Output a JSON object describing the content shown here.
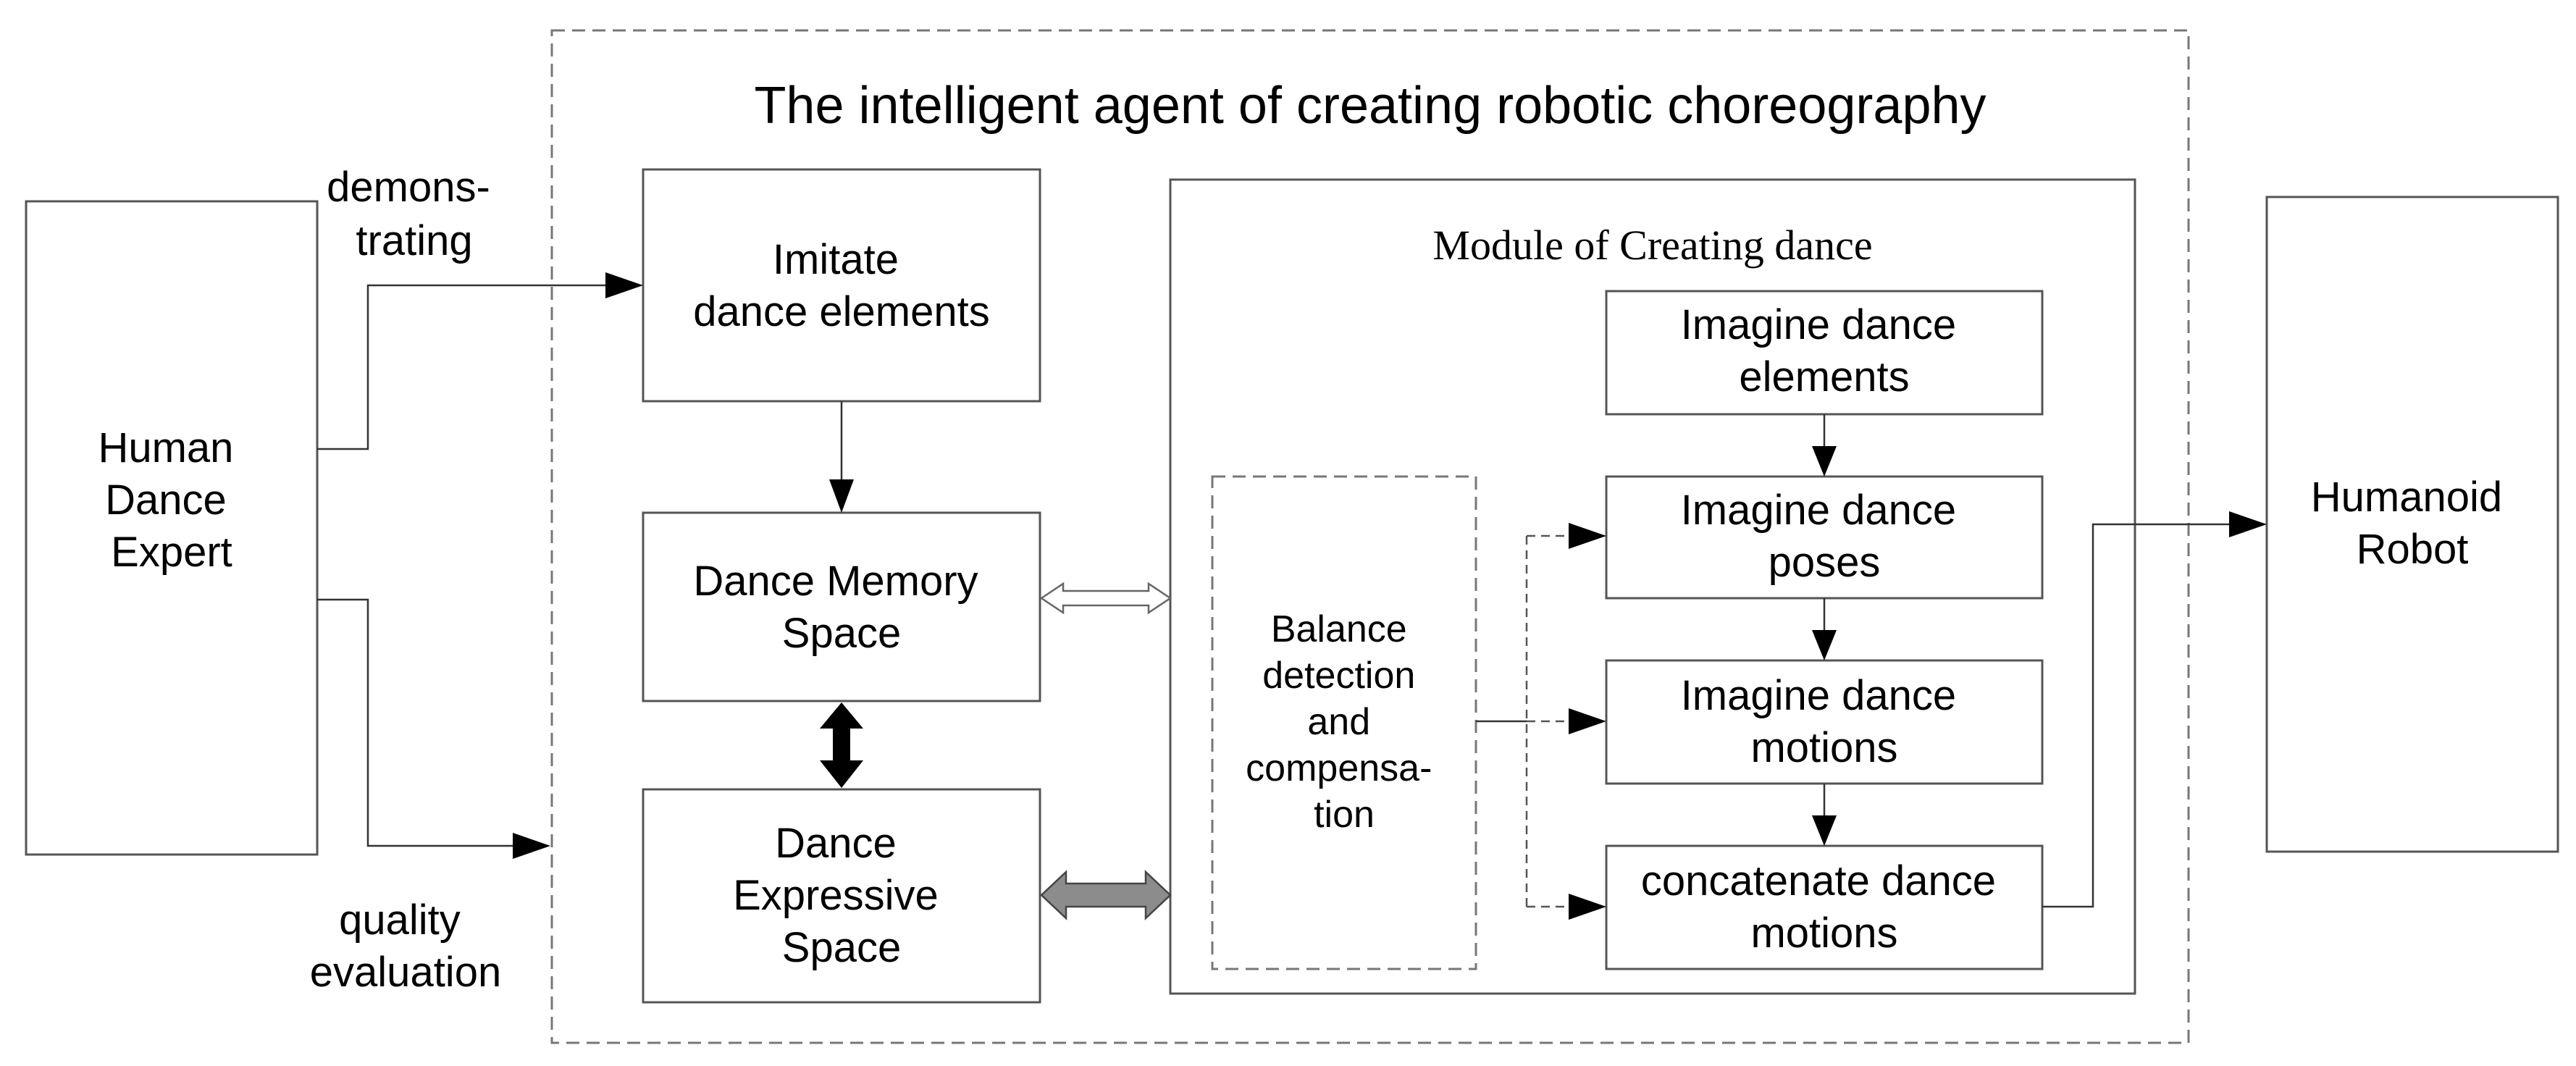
{
  "agent": {
    "title": "The intelligent agent of creating robotic choreography"
  },
  "nodes": {
    "human_expert": [
      "Human",
      "Dance",
      "Expert"
    ],
    "imitate": [
      "Imitate",
      "dance elements"
    ],
    "memory": [
      "Dance Memory",
      "Space"
    ],
    "expressive": [
      "Dance",
      "Expressive",
      "Space"
    ],
    "module_title": "Module of Creating dance",
    "balance": [
      "Balance",
      "detection",
      "and",
      "compensa-",
      "tion"
    ],
    "imagine_elements": [
      "Imagine dance",
      "elements"
    ],
    "imagine_poses": [
      "Imagine dance",
      "poses"
    ],
    "imagine_motions": [
      "Imagine dance",
      "motions"
    ],
    "concatenate": [
      "concatenate dance",
      "motions"
    ],
    "robot": [
      "Humanoid",
      "Robot"
    ]
  },
  "edge_labels": {
    "demonstrating": [
      "demons-",
      "trating"
    ],
    "quality": [
      "quality",
      "evaluation"
    ]
  }
}
